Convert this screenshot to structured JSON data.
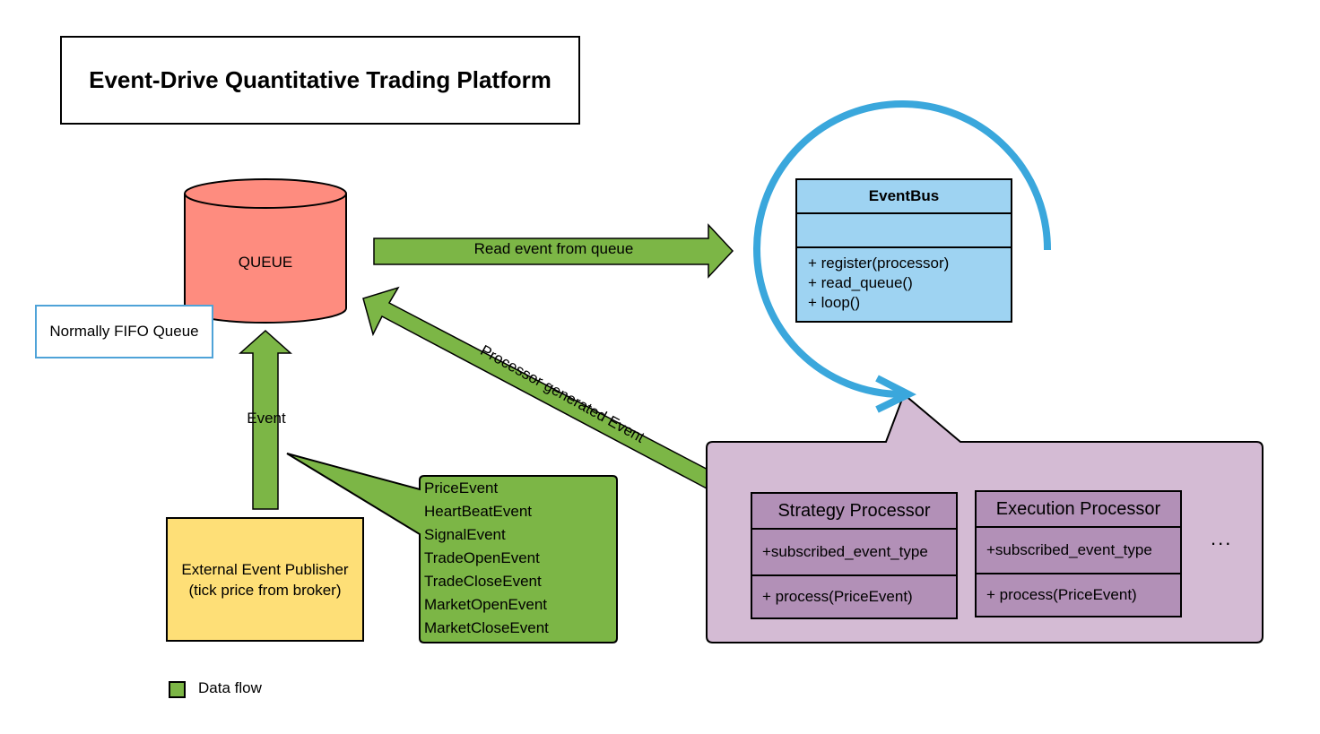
{
  "title": "Event-Drive Quantitative Trading Platform",
  "queue": {
    "label": "QUEUE",
    "note": "Normally FIFO Queue"
  },
  "publisher": {
    "line1": "External Event Publisher",
    "line2": "(tick price from broker)"
  },
  "arrows": {
    "event": "Event",
    "read": "Read event from queue",
    "generated": "Processor generated Event"
  },
  "event_types": [
    "PriceEvent",
    "HeartBeatEvent",
    "SignalEvent",
    "TradeOpenEvent",
    "TradeCloseEvent",
    "MarketOpenEvent",
    "MarketCloseEvent"
  ],
  "eventbus": {
    "name": "EventBus",
    "methods": [
      "+ register(processor)",
      "+ read_queue()",
      "+ loop()"
    ]
  },
  "processors": [
    {
      "name": "Strategy Processor",
      "attribute": "+subscribed_event_type",
      "method": "+ process(PriceEvent)"
    },
    {
      "name": "Execution Processor",
      "attribute": "+subscribed_event_type",
      "method": "+ process(PriceEvent)"
    }
  ],
  "ellipsis": "...",
  "legend": {
    "label": "Data flow"
  },
  "colors": {
    "flow_green": "#7cb646",
    "queue_red": "#fe8c7f",
    "eventbus_blue": "#9ed3f2",
    "loop_blue": "#3aa7dc",
    "processor_purple": "#b290b7",
    "container_purple": "#d4bbd4",
    "publisher_yellow": "#fedf77"
  }
}
